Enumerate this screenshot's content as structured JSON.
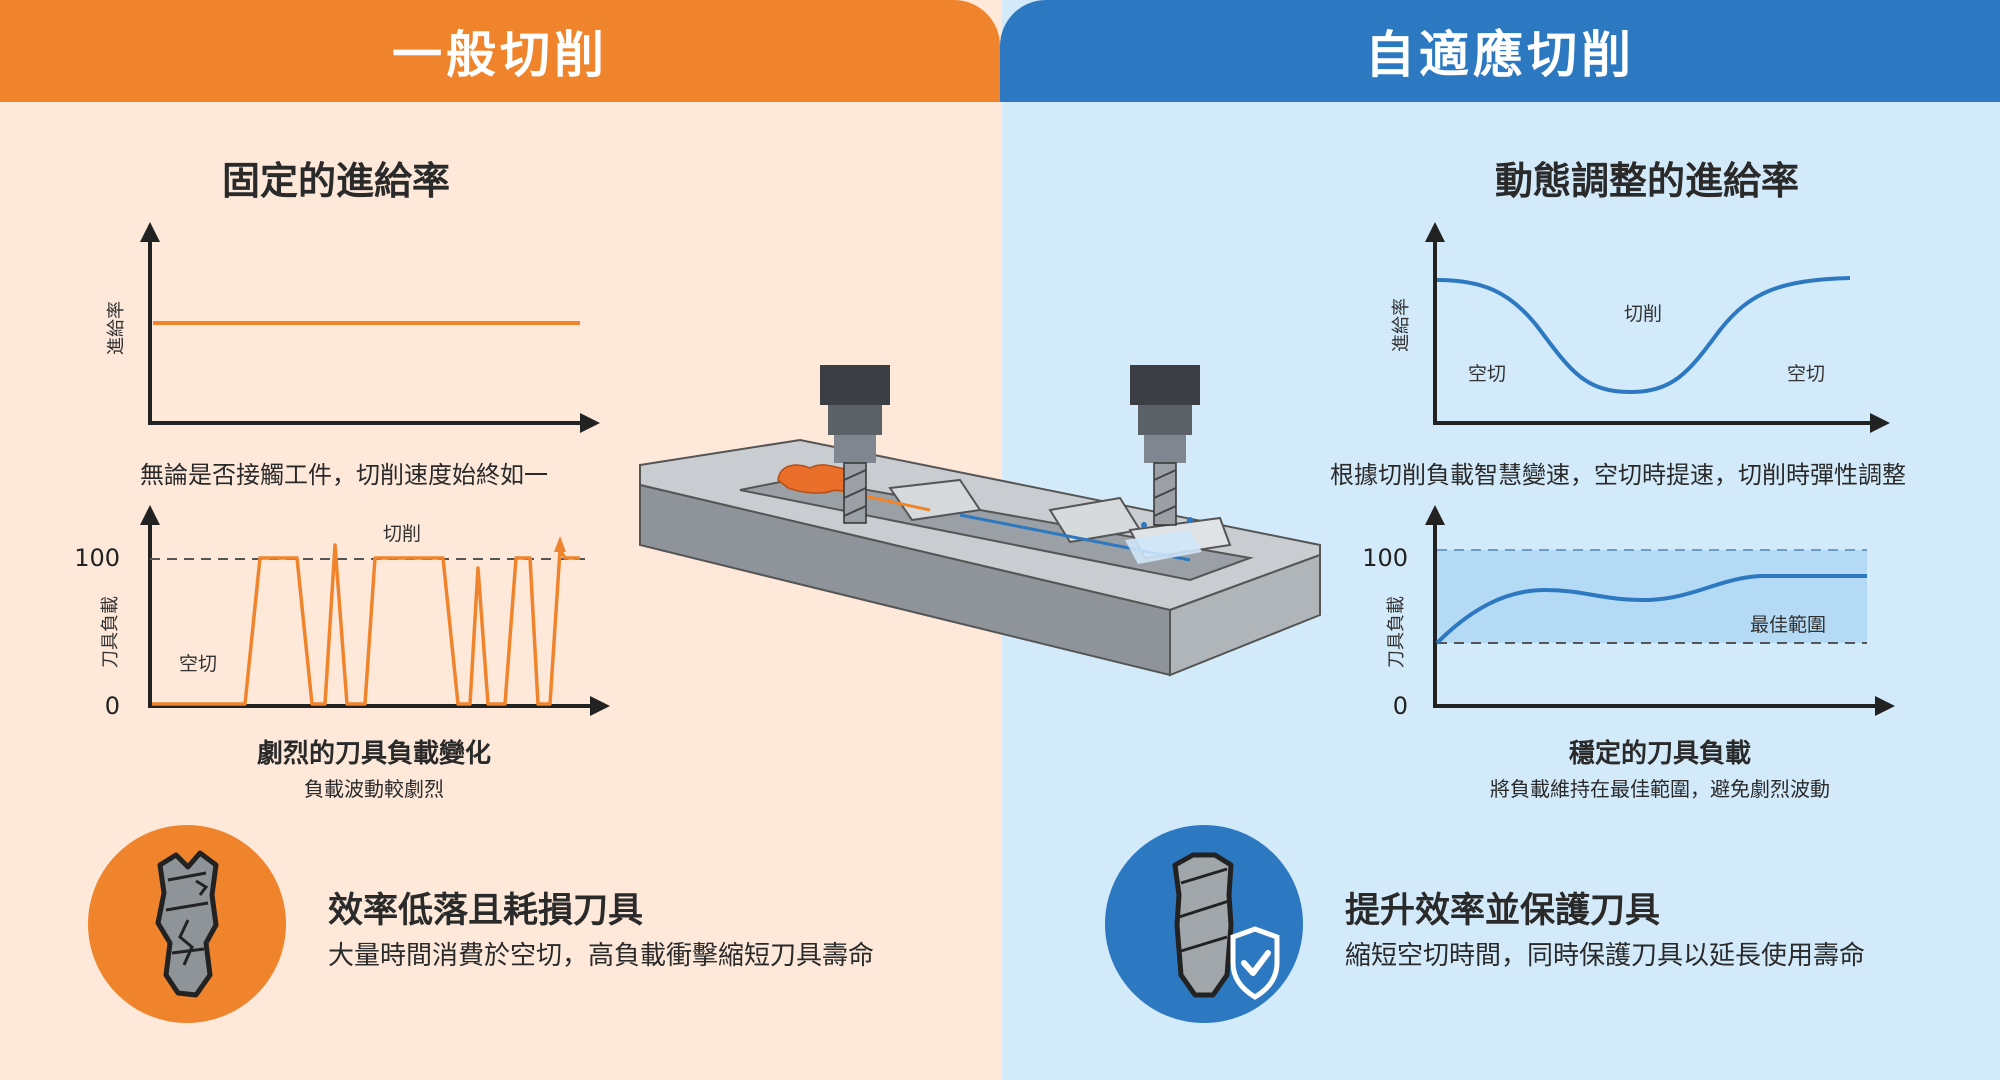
{
  "left": {
    "banner": "一般切削",
    "feed_title": "固定的進給率",
    "feed_axis_label": "進給率",
    "feed_caption": "無論是否接觸工件，切削速度始終如一",
    "load_axis_label": "刀具負載",
    "load_tick_top": "100",
    "load_tick_bottom": "0",
    "label_cutting": "切削",
    "label_air": "空切",
    "load_title": "劇烈的刀具負載變化",
    "load_subtitle": "負載波動較劇烈",
    "result_title": "效率低落且耗損刀具",
    "result_desc": "大量時間消費於空切，高負載衝擊縮短刀具壽命",
    "result_icon": "broken-tool-icon",
    "accent": "#f0842c"
  },
  "right": {
    "banner": "自適應切削",
    "feed_title": "動態調整的進給率",
    "feed_axis_label": "進給率",
    "label_cutting": "切削",
    "label_air_left": "空切",
    "label_air_right": "空切",
    "feed_caption": "根據切削負載智慧變速，空切時提速，切削時彈性調整",
    "load_axis_label": "刀具負載",
    "load_tick_top": "100",
    "load_tick_bottom": "0",
    "label_optimal": "最佳範圍",
    "load_title": "穩定的刀具負載",
    "load_subtitle": "將負載維持在最佳範圍，避免劇烈波動",
    "result_title": "提升效率並保護刀具",
    "result_desc": "縮短空切時間，同時保護刀具以延長使用壽命",
    "result_icon": "shield-tool-icon",
    "accent": "#2c78c1"
  },
  "center_illustration": "milling-machine-icon"
}
